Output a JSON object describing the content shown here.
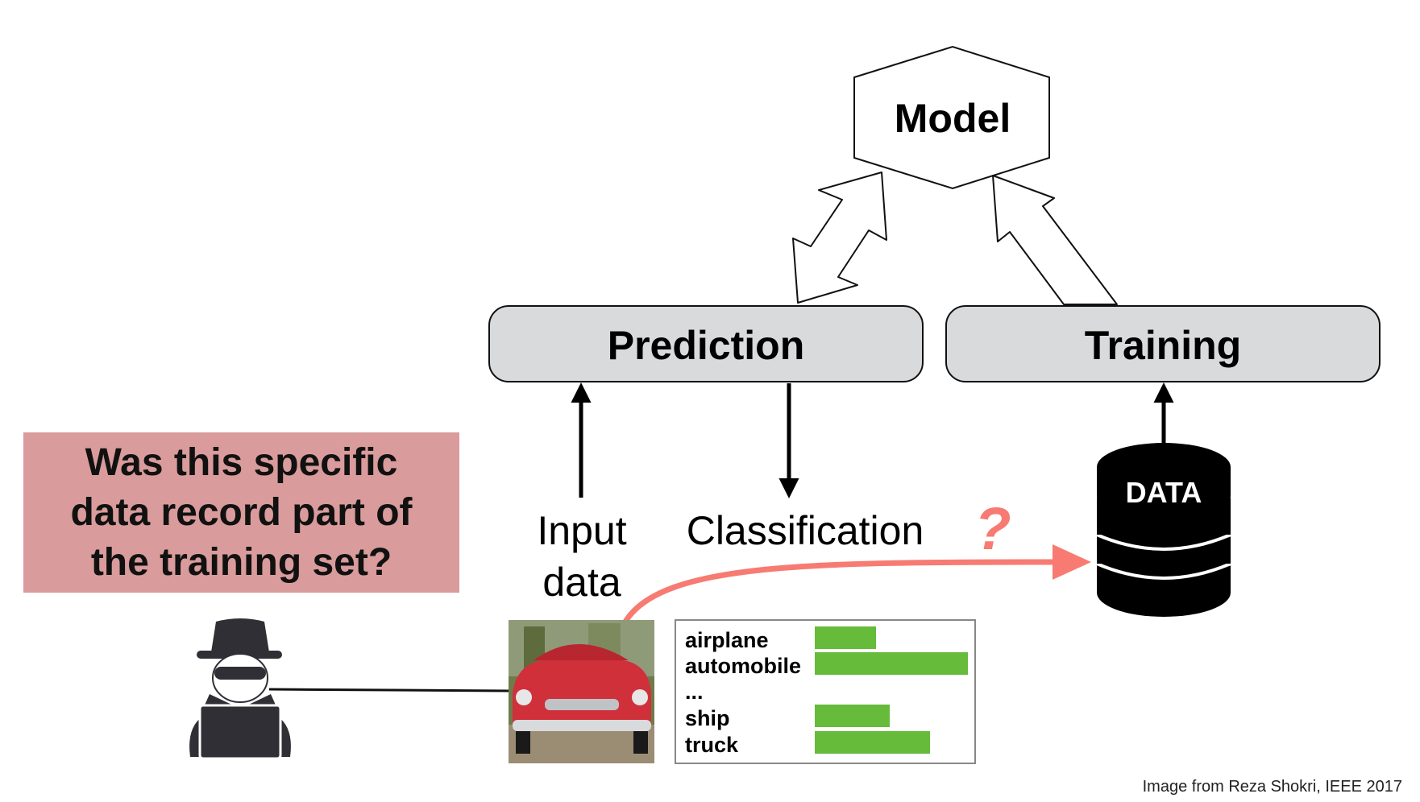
{
  "colors": {
    "box_fill": "#d9dadc",
    "question_fill": "#d99b9b",
    "attack_arrow": "#f77b72",
    "bar_green": "#66bb3a",
    "db_fill": "#000000",
    "attacker": "#2f2f35"
  },
  "model": {
    "label": "Model"
  },
  "prediction": {
    "label": "Prediction"
  },
  "training": {
    "label": "Training"
  },
  "database": {
    "label": "DATA",
    "icon": "database-icon"
  },
  "io": {
    "input_line1": "Input",
    "input_line2": "data",
    "classification": "Classification"
  },
  "question": {
    "line1": "Was this specific",
    "line2": "data record part of",
    "line3": "the training set?",
    "mark": "?"
  },
  "attacker": {
    "icon": "spy-icon"
  },
  "sample_image": {
    "icon": "red-car-image"
  },
  "prediction_vector": {
    "items": [
      {
        "label": "airplane",
        "value": 0.4
      },
      {
        "label": "automobile",
        "value": 1.0
      },
      {
        "label": "...",
        "value": null
      },
      {
        "label": "ship",
        "value": 0.49
      },
      {
        "label": "truck",
        "value": 0.75
      }
    ]
  },
  "credit": "Image from Reza Shokri, IEEE 2017"
}
